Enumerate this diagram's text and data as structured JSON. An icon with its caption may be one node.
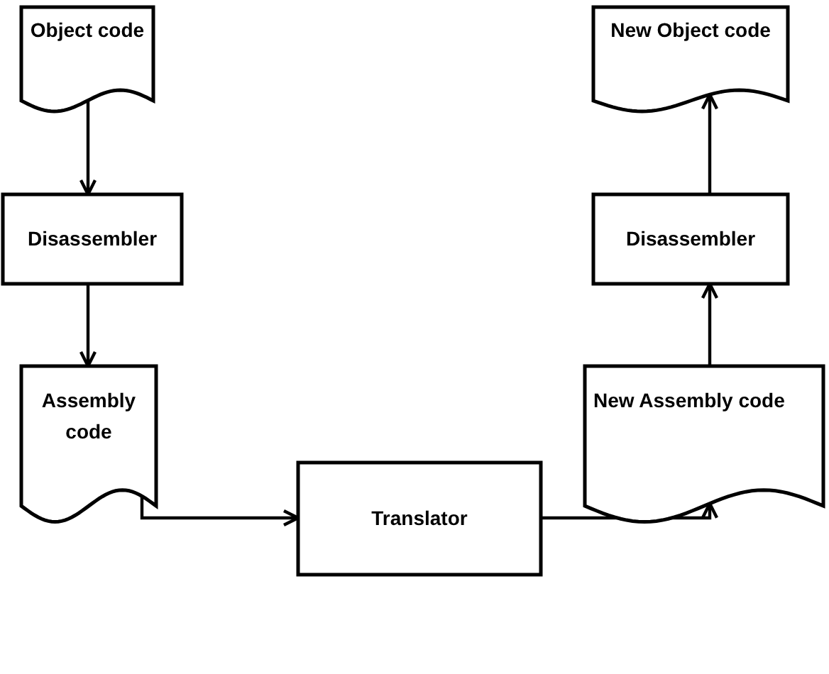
{
  "diagram": {
    "nodes": [
      {
        "text": [
          "Object code"
        ]
      },
      {
        "text": [
          "Disassembler"
        ]
      },
      {
        "text": [
          "Assembly code"
        ]
      },
      {
        "text": [
          "Translator"
        ]
      },
      {
        "text": [
          "New Assembly code"
        ]
      },
      {
        "text": [
          "Disassembler"
        ]
      },
      {
        "text": [
          "New Object code"
        ]
      }
    ],
    "edges": [
      {
        "from": 0,
        "to": 1,
        "arrow": "to"
      },
      {
        "from": 1,
        "to": 2,
        "arrow": "to"
      },
      {
        "from": 2,
        "to": 3,
        "arrow": "to"
      },
      {
        "from": 3,
        "to": 4,
        "arrow": "to"
      },
      {
        "from": 4,
        "to": 5,
        "arrow": "to"
      },
      {
        "from": 5,
        "to": 6,
        "arrow": "to"
      }
    ]
  }
}
